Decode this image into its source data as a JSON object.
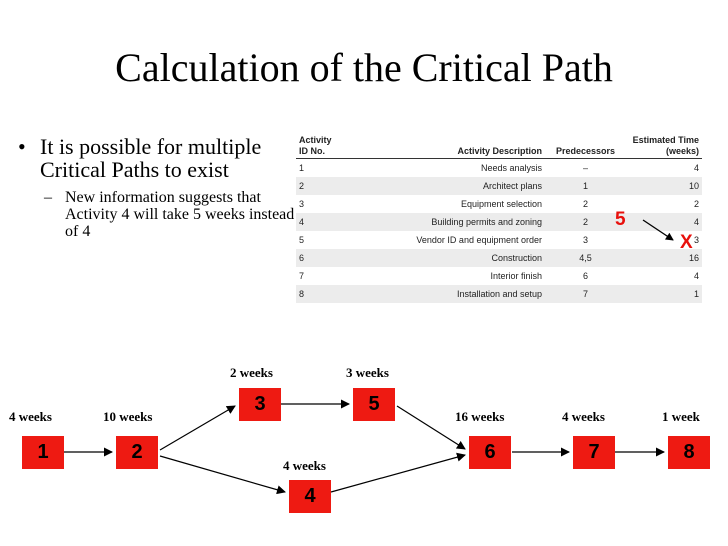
{
  "title": "Calculation of the Critical Path",
  "bullets": {
    "main": "It is possible for multiple Critical Paths to exist",
    "sub": "New information suggests that Activity 4 will take 5 weeks instead of 4",
    "main_marker": "•",
    "sub_marker": "–"
  },
  "table": {
    "headers": {
      "id": "Activity ID No.",
      "desc": "Activity Description",
      "pred": "Predecessors",
      "time": "Estimated Time (weeks)"
    },
    "rows": [
      {
        "id": "1",
        "desc": "Needs analysis",
        "pred": "–",
        "time": "4"
      },
      {
        "id": "2",
        "desc": "Architect plans",
        "pred": "1",
        "time": "10"
      },
      {
        "id": "3",
        "desc": "Equipment selection",
        "pred": "2",
        "time": "2"
      },
      {
        "id": "4",
        "desc": "Building permits and zoning",
        "pred": "2",
        "time": "4"
      },
      {
        "id": "5",
        "desc": "Vendor ID and equipment order",
        "pred": "3",
        "time": "3"
      },
      {
        "id": "6",
        "desc": "Construction",
        "pred": "4,5",
        "time": "16"
      },
      {
        "id": "7",
        "desc": "Interior finish",
        "pred": "6",
        "time": "4"
      },
      {
        "id": "8",
        "desc": "Installation and setup",
        "pred": "7",
        "time": "1"
      }
    ]
  },
  "overlay": {
    "new_value": "5",
    "strike": "X",
    "color": "#e8100c"
  },
  "network": {
    "node_color": "#ee1a12",
    "nodes": [
      {
        "id": "1",
        "duration": "4 weeks"
      },
      {
        "id": "2",
        "duration": "10 weeks"
      },
      {
        "id": "3",
        "duration": "2 weeks"
      },
      {
        "id": "4",
        "duration": "4 weeks"
      },
      {
        "id": "5",
        "duration": "3 weeks"
      },
      {
        "id": "6",
        "duration": "16 weeks"
      },
      {
        "id": "7",
        "duration": "4 weeks"
      },
      {
        "id": "8",
        "duration": "1 week"
      }
    ],
    "edges": [
      [
        "1",
        "2"
      ],
      [
        "2",
        "3"
      ],
      [
        "2",
        "4"
      ],
      [
        "3",
        "5"
      ],
      [
        "5",
        "6"
      ],
      [
        "4",
        "6"
      ],
      [
        "6",
        "7"
      ],
      [
        "7",
        "8"
      ]
    ]
  }
}
